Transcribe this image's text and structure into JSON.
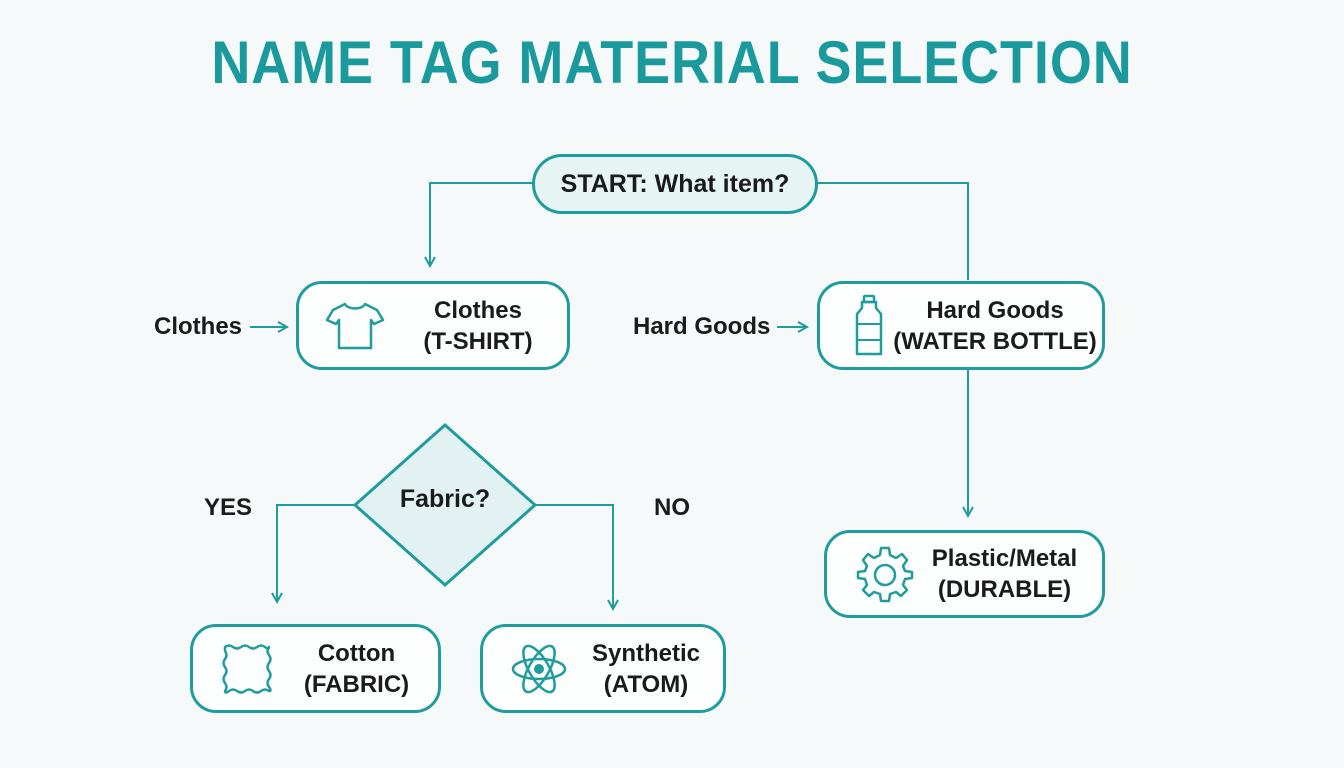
{
  "title": "NAME TAG MATERIAL SELECTION",
  "colors": {
    "accent": "#1f9c9d",
    "node_fill": "#fdfefe",
    "start_fill": "#e6f4f4",
    "text": "#1b1b1b"
  },
  "nodes": {
    "start": {
      "label": "START: What item?"
    },
    "clothes": {
      "line1": "Clothes",
      "line2": "(T-SHIRT)",
      "icon": "t-shirt-icon"
    },
    "hard_goods": {
      "line1": "Hard Goods",
      "line2": "(WATER BOTTLE)",
      "icon": "water-bottle-icon"
    },
    "decision": {
      "label": "Fabric?"
    },
    "cotton": {
      "line1": "Cotton",
      "line2": "(FABRIC)",
      "icon": "fabric-swatch-icon"
    },
    "synthetic": {
      "line1": "Synthetic",
      "line2": "(ATOM)",
      "icon": "atom-icon"
    },
    "plastic_metal": {
      "line1": "Plastic/Metal",
      "line2": "(DURABLE)",
      "icon": "gear-icon"
    }
  },
  "edge_labels": {
    "clothes": "Clothes",
    "hard_goods": "Hard Goods",
    "yes": "YES",
    "no": "NO"
  }
}
